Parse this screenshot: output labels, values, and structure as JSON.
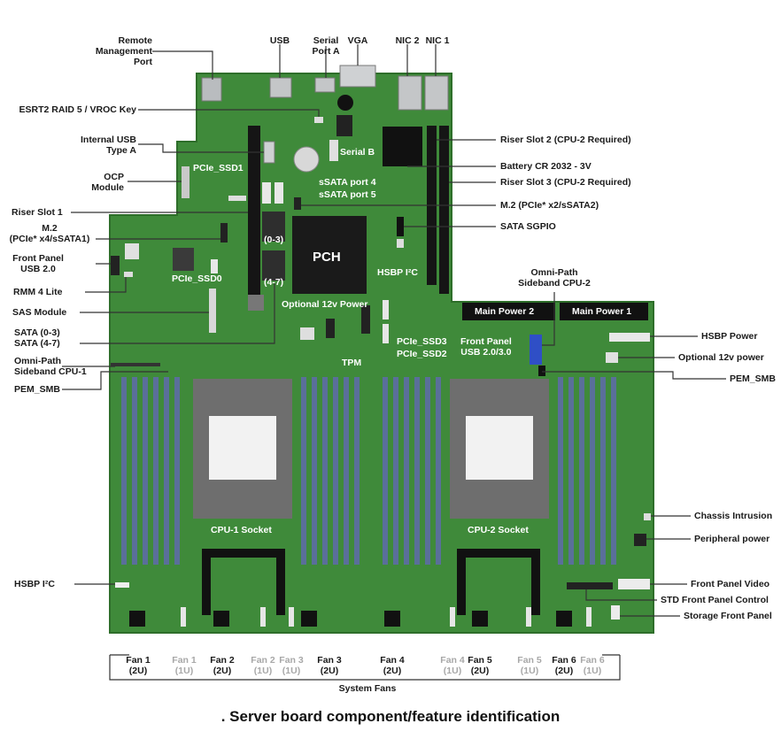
{
  "caption": ". Server board component/feature identification",
  "colors": {
    "board": "#3f8a3a",
    "board_edge": "#2e6e2a",
    "pch": "#1a1a1a",
    "dimm_slot": "#5a6f9a",
    "line": "#333333"
  },
  "labels": {
    "remote_mgmt": "Remote\nManagement\nPort",
    "usb": "USB",
    "serial_a": "Serial\nPort A",
    "vga": "VGA",
    "nic2": "NIC 2",
    "nic1": "NIC 1",
    "esrt2": "ESRT2 RAID 5 / VROC Key",
    "internal_usb": "Internal USB\nType A",
    "ocp": "OCP\nModule",
    "riser1": "Riser Slot 1",
    "m2_left": "M.2\n(PCIe* x4/sSATA1)",
    "fp_usb2": "Front Panel\nUSB 2.0",
    "rmm4": "RMM 4 Lite",
    "sas": "SAS Module",
    "sata_groups": "SATA (0-3)\nSATA (4-7)",
    "omni_cpu1": "Omni-Path\nSideband CPU-1",
    "pem_smb_left": "PEM_SMB",
    "hsbp_i2c_left": "HSBP I²C",
    "riser2": "Riser Slot 2 (CPU-2 Required)",
    "battery": "Battery CR 2032 - 3V",
    "riser3": "Riser Slot 3 (CPU-2 Required)",
    "m2_right": "M.2 (PCIe* x2/sSATA2)",
    "sata_sgpio": "SATA SGPIO",
    "omni_cpu2": "Omni-Path\nSideband CPU-2",
    "hsbp_power": "HSBP Power",
    "opt12v_right": "Optional 12v power",
    "pem_smb_right": "PEM_SMB",
    "chassis_intrusion": "Chassis Intrusion",
    "peripheral_power": "Peripheral power",
    "fp_video": "Front Panel Video",
    "std_fp_control": "STD Front Panel Control",
    "storage_fp": "Storage Front Panel",
    "system_fans": "System Fans"
  },
  "onboard": {
    "pcie_ssd1": "PCIe_SSD1",
    "serial_b": "Serial B",
    "sata_port4": "sSATA port 4",
    "sata_port5": "sSATA port 5",
    "grp03": "(0-3)",
    "grp47": "(4-7)",
    "pch": "PCH",
    "hsbp_i2c": "HSBP I²C",
    "pcie_ssd0": "PCIe_SSD0",
    "opt12v": "Optional 12v Power",
    "tpm": "TPM",
    "pcie_ssd3": "PCIe_SSD3",
    "pcie_ssd2": "PCIe_SSD2",
    "fp_usb23": "Front Panel\nUSB 2.0/3.0",
    "main_power2": "Main Power 2",
    "main_power1": "Main Power 1",
    "cpu1_socket": "CPU-1 Socket",
    "cpu2_socket": "CPU-2 Socket"
  },
  "fans": [
    {
      "name": "Fan 1",
      "size": "(2U)",
      "dim": false
    },
    {
      "name": "Fan 1",
      "size": "(1U)",
      "dim": true
    },
    {
      "name": "Fan 2",
      "size": "(2U)",
      "dim": false
    },
    {
      "name": "Fan 2",
      "size": "(1U)",
      "dim": true
    },
    {
      "name": "Fan 3",
      "size": "(1U)",
      "dim": true
    },
    {
      "name": "Fan 3",
      "size": "(2U)",
      "dim": false
    },
    {
      "name": "Fan 4",
      "size": "(2U)",
      "dim": false
    },
    {
      "name": "Fan 4",
      "size": "(1U)",
      "dim": true
    },
    {
      "name": "Fan 5",
      "size": "(2U)",
      "dim": false
    },
    {
      "name": "Fan 5",
      "size": "(1U)",
      "dim": true
    },
    {
      "name": "Fan 6",
      "size": "(2U)",
      "dim": false
    },
    {
      "name": "Fan 6",
      "size": "(1U)",
      "dim": true
    }
  ]
}
